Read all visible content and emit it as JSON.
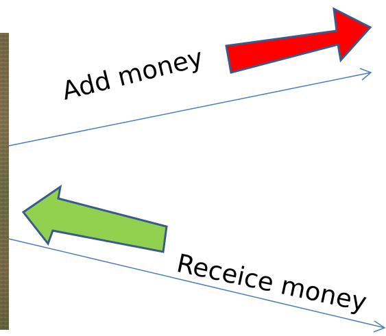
{
  "labels": {
    "add_money": "Add money",
    "receive_money": "Receice money"
  },
  "colors": {
    "add_arrow_fill": "#ff0000",
    "receive_arrow_fill": "#92d050",
    "arrow_outline": "#3a5a8c",
    "line_color": "#4a7ebb"
  },
  "photo_strip": {
    "description_icon": "photo-fragment"
  }
}
